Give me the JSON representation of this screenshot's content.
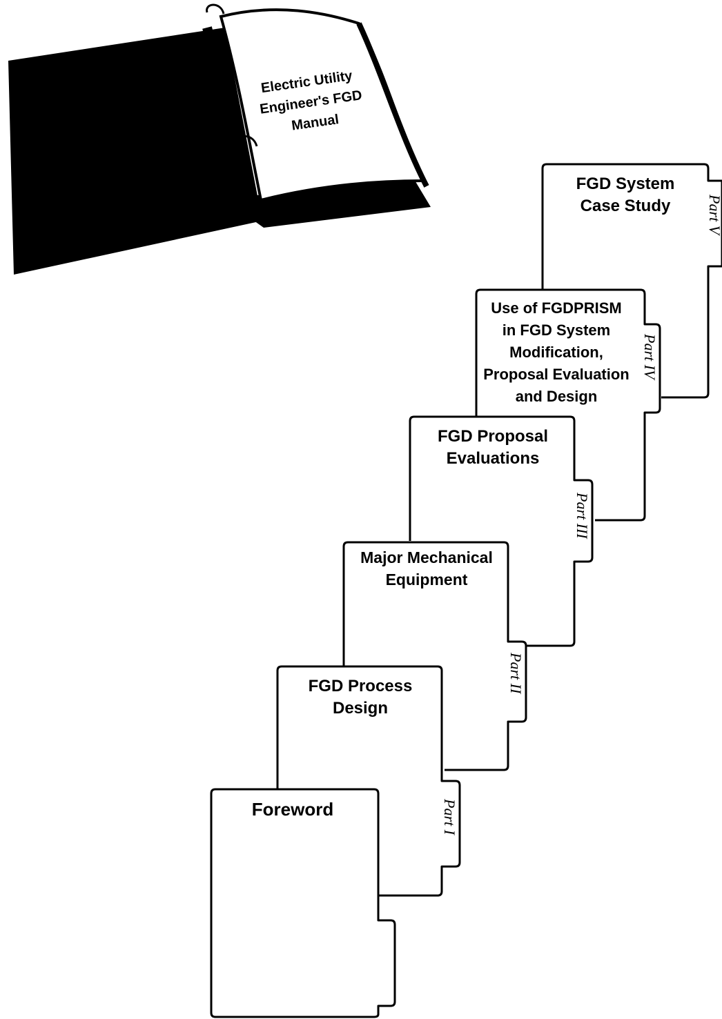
{
  "binder": {
    "cover_lines": [
      "Electric Utility",
      "Engineer's FGD",
      "Manual"
    ]
  },
  "sections": [
    {
      "id": "part5",
      "title_lines": [
        "FGD System",
        "Case Study"
      ],
      "tab": "Part V"
    },
    {
      "id": "part4",
      "title_lines": [
        "Use of FGDPRISM",
        "in FGD System",
        "Modification,",
        "Proposal Evaluation",
        "and Design"
      ],
      "tab": "Part IV"
    },
    {
      "id": "part3",
      "title_lines": [
        "FGD Proposal",
        "Evaluations"
      ],
      "tab": "Part III"
    },
    {
      "id": "part2",
      "title_lines": [
        "Major Mechanical",
        "Equipment"
      ],
      "tab": "Part II"
    },
    {
      "id": "part1",
      "title_lines": [
        "FGD Process",
        "Design"
      ],
      "tab": "Part I"
    },
    {
      "id": "foreword",
      "title_lines": [
        "Foreword"
      ],
      "tab": ""
    }
  ]
}
